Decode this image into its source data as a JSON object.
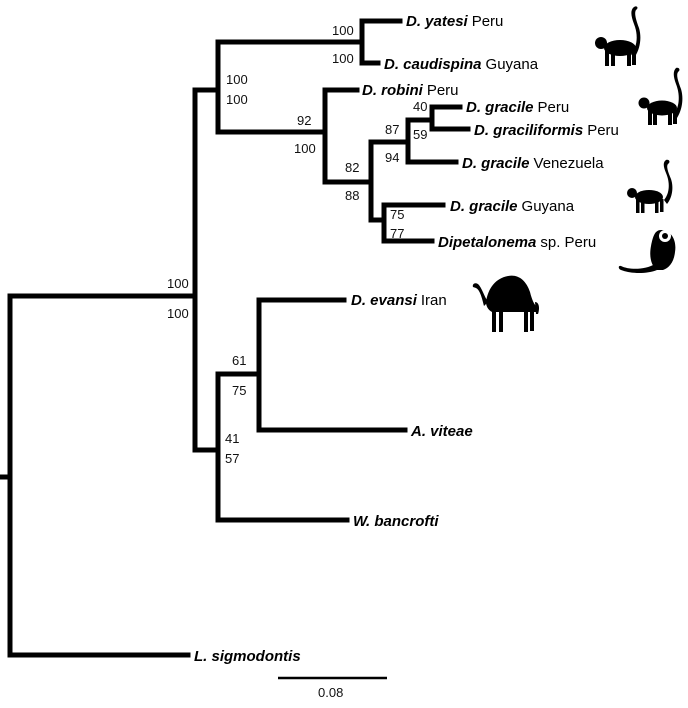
{
  "tree": {
    "taxa": [
      {
        "id": "yatesi",
        "name": "D. yatesi",
        "locality": "Peru"
      },
      {
        "id": "caudispina",
        "name": "D. caudispina",
        "locality": "Guyana"
      },
      {
        "id": "robini",
        "name": "D. robini",
        "locality": "Peru"
      },
      {
        "id": "gracile_peru",
        "name": "D. gracile",
        "locality": "Peru"
      },
      {
        "id": "graciliformis",
        "name": "D. graciliformis",
        "locality": "Peru"
      },
      {
        "id": "gracile_ven",
        "name": "D. gracile",
        "locality": "Venezuela"
      },
      {
        "id": "gracile_guy",
        "name": "D. gracile",
        "locality": "Guyana"
      },
      {
        "id": "dipetalonema",
        "name": "Dipetalonema",
        "locality": "sp. Peru"
      },
      {
        "id": "evansi",
        "name": "D. evansi",
        "locality": "Iran"
      },
      {
        "id": "viteae",
        "name": "A. viteae",
        "locality": ""
      },
      {
        "id": "bancrofti",
        "name": "W. bancrofti",
        "locality": ""
      },
      {
        "id": "sigmodontis",
        "name": "L. sigmodontis",
        "locality": ""
      }
    ],
    "support": {
      "yatesi_top": "100",
      "yatesi_bottom": "100",
      "mon_top": "100",
      "mon_bottom": "100",
      "c1_top": "92",
      "c1_bottom": "100",
      "c2_top": "82",
      "c2_bottom": "88",
      "c3_top": "87",
      "c3_bottom": "94",
      "c4_top": "40",
      "c4_bottom": "59",
      "c5_top": "75",
      "c5_bottom": "77",
      "ing_top": "100",
      "ing_bottom": "100",
      "ot1_top": "41",
      "ot1_bottom": "57",
      "ot2_top": "61",
      "ot2_bottom": "75"
    },
    "scale_bar": {
      "label": "0.08",
      "value": 0.08
    },
    "silhouettes": [
      "monkey-icon",
      "monkey-icon",
      "monkey-icon",
      "tamarin-icon",
      "camel-icon"
    ]
  }
}
